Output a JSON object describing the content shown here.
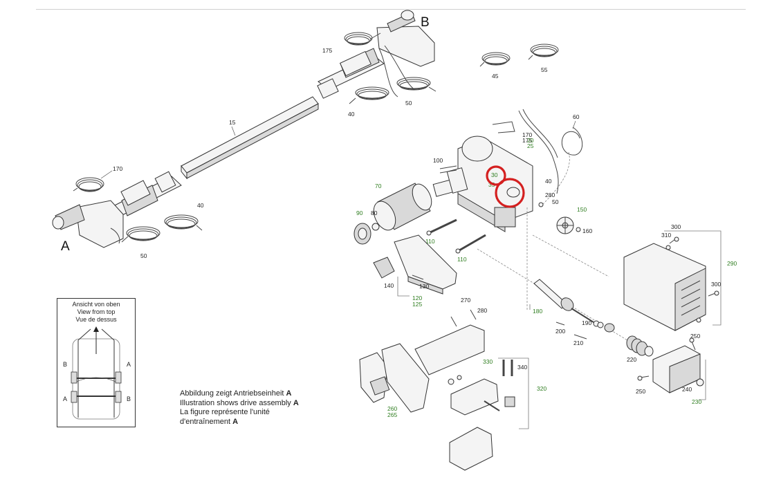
{
  "inset": {
    "title_de": "Ansicht von oben",
    "title_en": "View from top",
    "title_fr": "Vue de dessus",
    "side_labels": {
      "left_top": "B",
      "right_top": "A",
      "left_bottom": "A",
      "right_bottom": "B"
    }
  },
  "caption": {
    "de": "Abbildung zeigt Antriebseinheit",
    "en": "Illustration shows drive assembly",
    "fr_line1": "La figure représente l'unité",
    "fr_line2": "d'entraînement",
    "unit": "A"
  },
  "assembly_labels": {
    "a": "A",
    "b": "B"
  },
  "part_numbers": {
    "p15": "15",
    "p40": "40",
    "p45": "45",
    "p50": "50",
    "p55": "55",
    "p60": "60",
    "p70": "70",
    "p80": "80",
    "p90": "90",
    "p100": "100",
    "p110": "110",
    "p120": "120",
    "p125": "125",
    "p130": "130",
    "p140": "140",
    "p150": "150",
    "p160": "160",
    "p170": "170",
    "p175": "175",
    "p180": "180",
    "p190": "190",
    "p200": "200",
    "p210": "210",
    "p220": "220",
    "p230": "230",
    "p240": "240",
    "p250": "250",
    "p260": "260",
    "p265": "265",
    "p270": "270",
    "p280": "280",
    "p290": "290",
    "p300": "300",
    "p310": "310",
    "p320": "320",
    "p330": "330",
    "p340": "340",
    "p20": "20",
    "p25": "25",
    "p30": "30",
    "p35": "35"
  },
  "highlight_color": "#d42020",
  "label_green": "#2e7d1f"
}
